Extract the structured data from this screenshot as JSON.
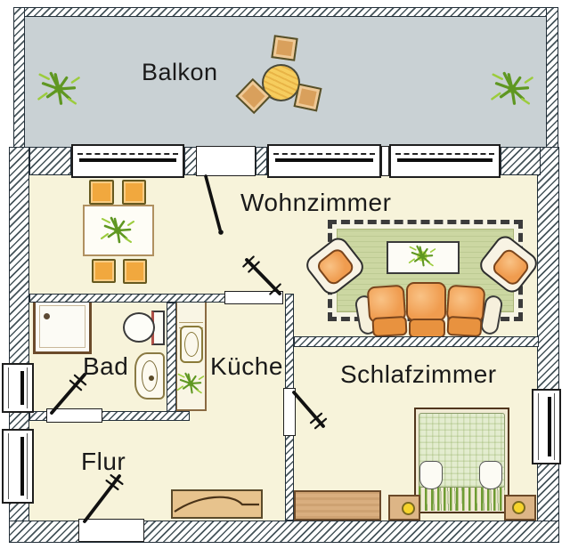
{
  "rooms": [
    {
      "id": "balkon",
      "label": "Balkon"
    },
    {
      "id": "wohnzimmer",
      "label": "Wohnzimmer"
    },
    {
      "id": "bad",
      "label": "Bad"
    },
    {
      "id": "kueche",
      "label": "Küche"
    },
    {
      "id": "flur",
      "label": "Flur"
    },
    {
      "id": "schlafzimmer",
      "label": "Schlafzimmer"
    }
  ],
  "colors": {
    "balcony_floor": "#c9d1d4",
    "apartment_floor": "#f7f3da",
    "rug_green": "#ccd7a2",
    "bed_quilt_green": "#e3eccf",
    "sofa_orange": "#f09c4f",
    "chair_orange": "#f1a83e",
    "wood_tan": "#ddb586",
    "balcony_table_yellow": "#f6cd5e",
    "plant_green": "#8cc63e",
    "wall_hatch": "#45545a",
    "label_text": "#1a1a1a"
  },
  "fixtures": [
    "shower",
    "toilet",
    "washbasin",
    "kitchen-counter",
    "kitchen-sink",
    "dining-table",
    "dining-chair",
    "sofa",
    "armchair",
    "coffee-table",
    "rug",
    "bed",
    "nightstand",
    "dresser",
    "sideboard",
    "balcony-table",
    "balcony-chair",
    "plant",
    "window",
    "door-swing"
  ]
}
